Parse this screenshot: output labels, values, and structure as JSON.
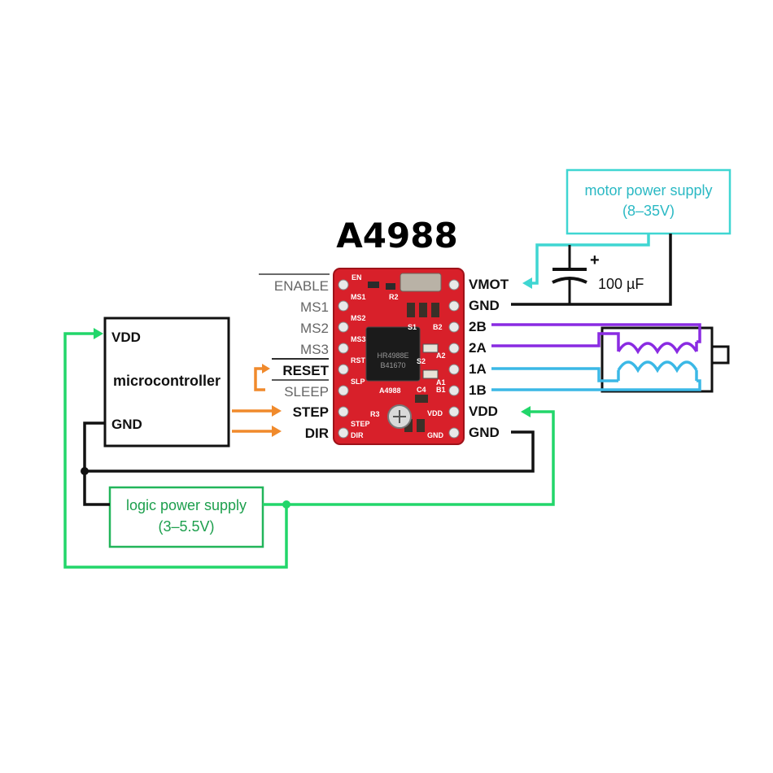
{
  "title": "A4988",
  "pins_left": {
    "enable": "ENABLE",
    "ms1": "MS1",
    "ms2": "MS2",
    "ms3": "MS3",
    "reset": "RESET",
    "sleep": "SLEEP",
    "step": "STEP",
    "dir": "DIR"
  },
  "pins_right": {
    "vmot": "VMOT",
    "gnd1": "GND",
    "b2": "2B",
    "a2": "2A",
    "a1": "1A",
    "b1": "1B",
    "vdd": "VDD",
    "gnd2": "GND"
  },
  "microcontroller": {
    "label": "microcontroller",
    "vdd": "VDD",
    "gnd": "GND"
  },
  "motor_supply": {
    "line1": "motor power supply",
    "line2": "(8–35V)"
  },
  "logic_supply": {
    "line1": "logic power supply",
    "line2": "(3–5.5V)"
  },
  "capacitor": {
    "value": "100 µF",
    "plus": "+"
  },
  "pcb_silkscreen": {
    "en": "EN",
    "ms1": "MS1",
    "ms2": "MS2",
    "ms3": "MS3",
    "r2": "R2",
    "rst": "RST",
    "slp": "SLP",
    "step": "STEP",
    "dir": "DIR",
    "vdd": "VDD",
    "gnd": "GND",
    "chip_line1": "HR4988E",
    "chip_line2": "B41670",
    "board_name": "A4988",
    "c4": "C4",
    "b1": "B1",
    "b2": "B2",
    "a1": "A1",
    "a2": "A2",
    "r3": "R3",
    "s1": "S1",
    "s2": "S2"
  },
  "colors": {
    "motor_supply": "#3fd6d2",
    "logic_supply": "#22d66a",
    "coil_b": "#8a2be2",
    "coil_a": "#3bb8e6",
    "signal": "#f08a2c",
    "ground": "#111111",
    "pcb": "#d8202a"
  }
}
